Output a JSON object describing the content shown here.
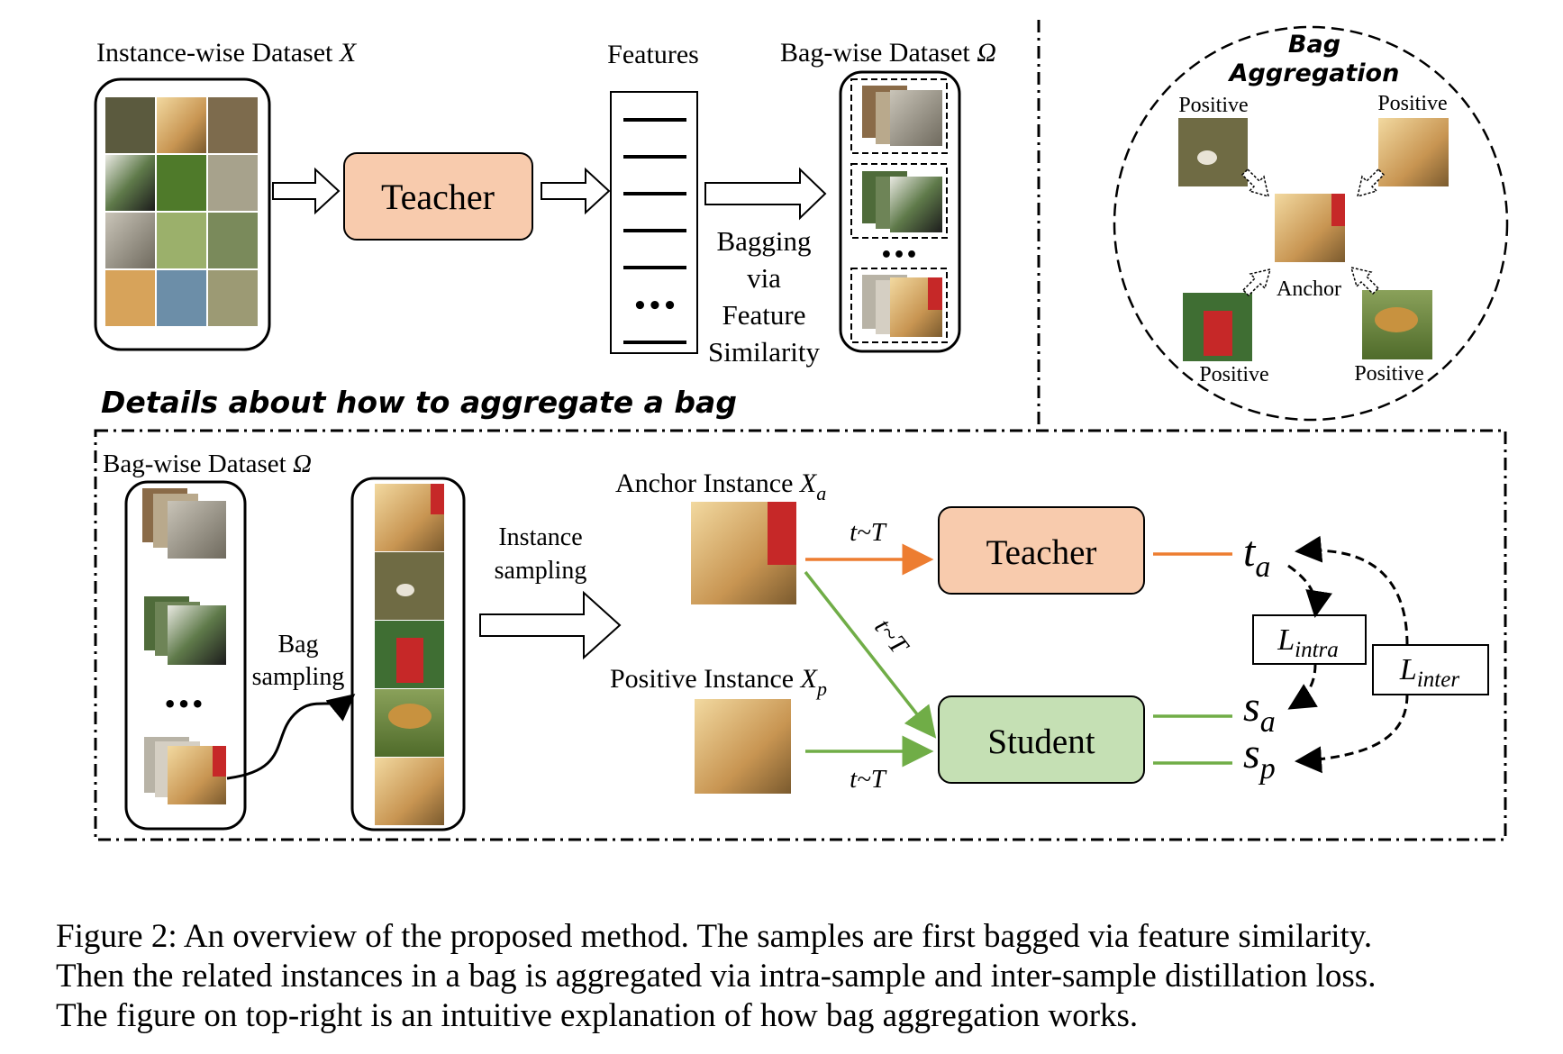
{
  "top": {
    "instance_dataset_label": "Instance-wise Dataset ",
    "instance_dataset_sym": "X",
    "teacher_label": "Teacher",
    "features_label": "Features",
    "feature_ellipsis": "•••",
    "bagwise_label": "Bag-wise Dataset ",
    "bagwise_sym": "Ω",
    "bag_ellipsis": "•••",
    "bagging_lines": [
      "Bagging",
      "via",
      "Feature",
      "Similarity"
    ]
  },
  "aggregation": {
    "title_line1": "Bag",
    "title_line2": "Aggregation",
    "positive_label": "Positive",
    "anchor_label": "Anchor"
  },
  "details": {
    "heading": "Details about how to aggregate a bag",
    "bagwise_label": "Bag-wise Dataset ",
    "bagwise_sym": "Ω",
    "bag_ellipsis": "•••",
    "bag_sampling": [
      "Bag",
      "sampling"
    ],
    "instance_sampling": [
      "Instance",
      "sampling"
    ],
    "anchor_label": "Anchor Instance ",
    "anchor_sym": "X",
    "anchor_sub": "a",
    "positive_label": "Positive Instance ",
    "positive_sym": "X",
    "positive_sub": "p",
    "transform": "t~T",
    "teacher_label": "Teacher",
    "student_label": "Student",
    "t_a": "t",
    "t_a_sub": "a",
    "s_a": "s",
    "s_a_sub": "a",
    "s_p": "s",
    "s_p_sub": "p",
    "l_intra": "L",
    "l_intra_sub": "intra",
    "l_inter": "L",
    "l_inter_sub": "inter"
  },
  "colors": {
    "teacher_fill": "#f8cbad",
    "student_fill": "#c5e0b4",
    "orange_arrow": "#ed7d31",
    "green_arrow": "#70ad47"
  },
  "caption": [
    "Figure 2: An overview of the proposed method. The samples are first bagged via feature similarity.",
    "Then the related instances in a bag is aggregated via intra-sample and inter-sample distillation loss.",
    "The figure on top-right is an intuitive explanation of how bag aggregation works."
  ]
}
